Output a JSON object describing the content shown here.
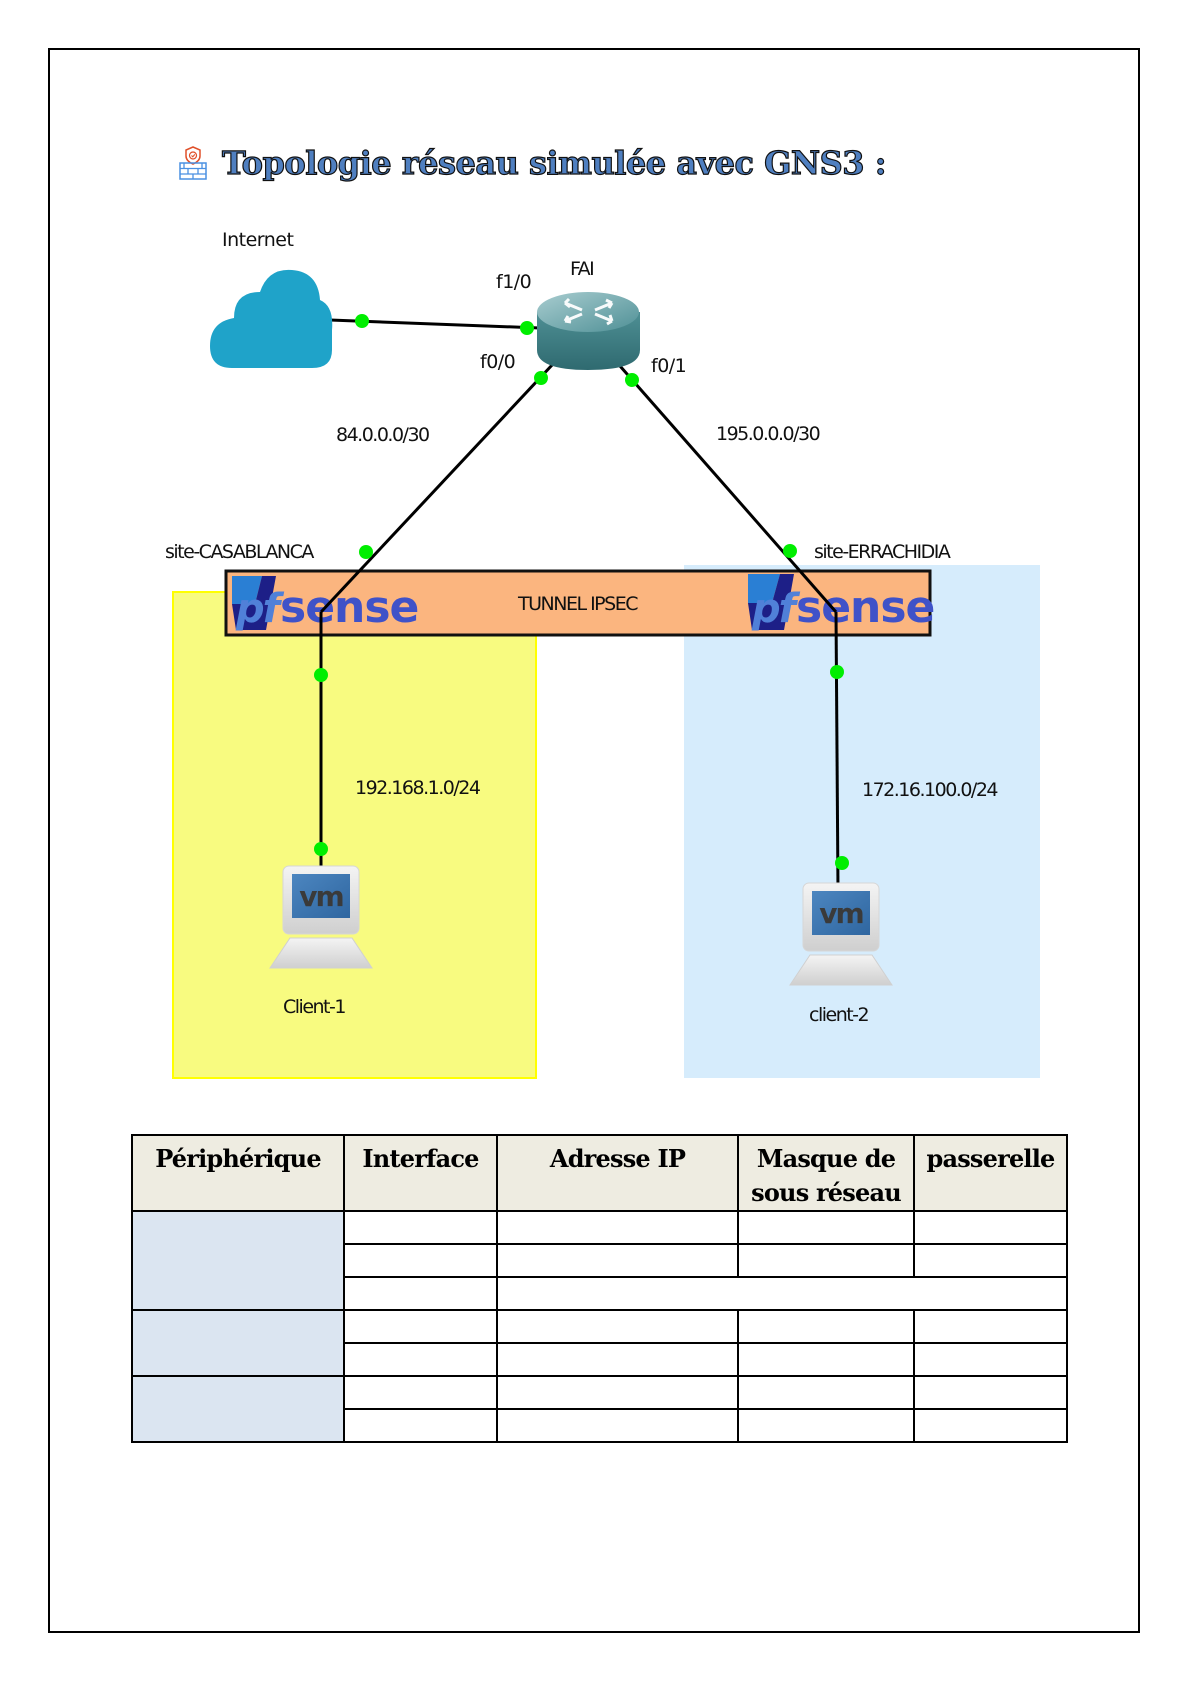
{
  "document": {
    "title": "Topologie réseau simulée avec GNS3 :",
    "title_icon": "firewall-shield-icon"
  },
  "topology": {
    "nodes": {
      "internet": {
        "label": "Internet",
        "icon": "cloud-icon",
        "color": "#1fa3c9"
      },
      "fai": {
        "label": "FAI",
        "icon": "router-icon",
        "color": "#4a8f96"
      },
      "pfsense_casablanca": {
        "label": "site-CASABLANCA",
        "icon": "pfsense-logo",
        "logo_text_pf": "pf",
        "logo_text_sense": "sense"
      },
      "pfsense_errachidia": {
        "label": "site-ERRACHIDIA",
        "icon": "pfsense-logo",
        "logo_text_pf": "pf",
        "logo_text_sense": "sense"
      },
      "client1": {
        "label": "Client-1",
        "icon": "vm-workstation-icon",
        "screen_text": "vm"
      },
      "client2": {
        "label": "client-2",
        "icon": "vm-workstation-icon",
        "screen_text": "vm"
      }
    },
    "interfaces": {
      "f1_0": "f1/0",
      "f0_0": "f0/0",
      "f0_1": "f0/1"
    },
    "networks": {
      "wan_casablanca": "84.0.0.0/30",
      "wan_errachidia": "195.0.0.0/30",
      "lan_casablanca": "192.168.1.0/24",
      "lan_errachidia": "172.16.100.0/24"
    },
    "tunnel": {
      "label": "TUNNEL IPSEC",
      "color": "#fbb57f"
    },
    "zones": {
      "casablanca_color": "#f8fb80",
      "casablanca_border": "#ffff00",
      "errachidia_color": "#d6ecfc"
    },
    "link_dot_color": "#00ee00"
  },
  "table": {
    "headers": [
      "Périphérique",
      "Interface",
      "Adresse IP",
      "Masque de sous réseau",
      "passerelle"
    ],
    "header_lines": {
      "mask_line1": "Masque de",
      "mask_line2": "sous réseau"
    },
    "groups": [
      {
        "device": "",
        "rows": [
          [
            "",
            "",
            "",
            ""
          ],
          [
            "",
            "",
            "",
            ""
          ],
          [
            "",
            ""
          ]
        ]
      },
      {
        "device": "",
        "rows": [
          [
            "",
            "",
            "",
            ""
          ],
          [
            "",
            "",
            "",
            ""
          ]
        ]
      },
      {
        "device": "",
        "rows": [
          [
            "",
            "",
            "",
            ""
          ],
          [
            "",
            "",
            "",
            ""
          ]
        ]
      }
    ],
    "header_bg": "#eeece1",
    "device_bg": "#dbe5f1"
  }
}
